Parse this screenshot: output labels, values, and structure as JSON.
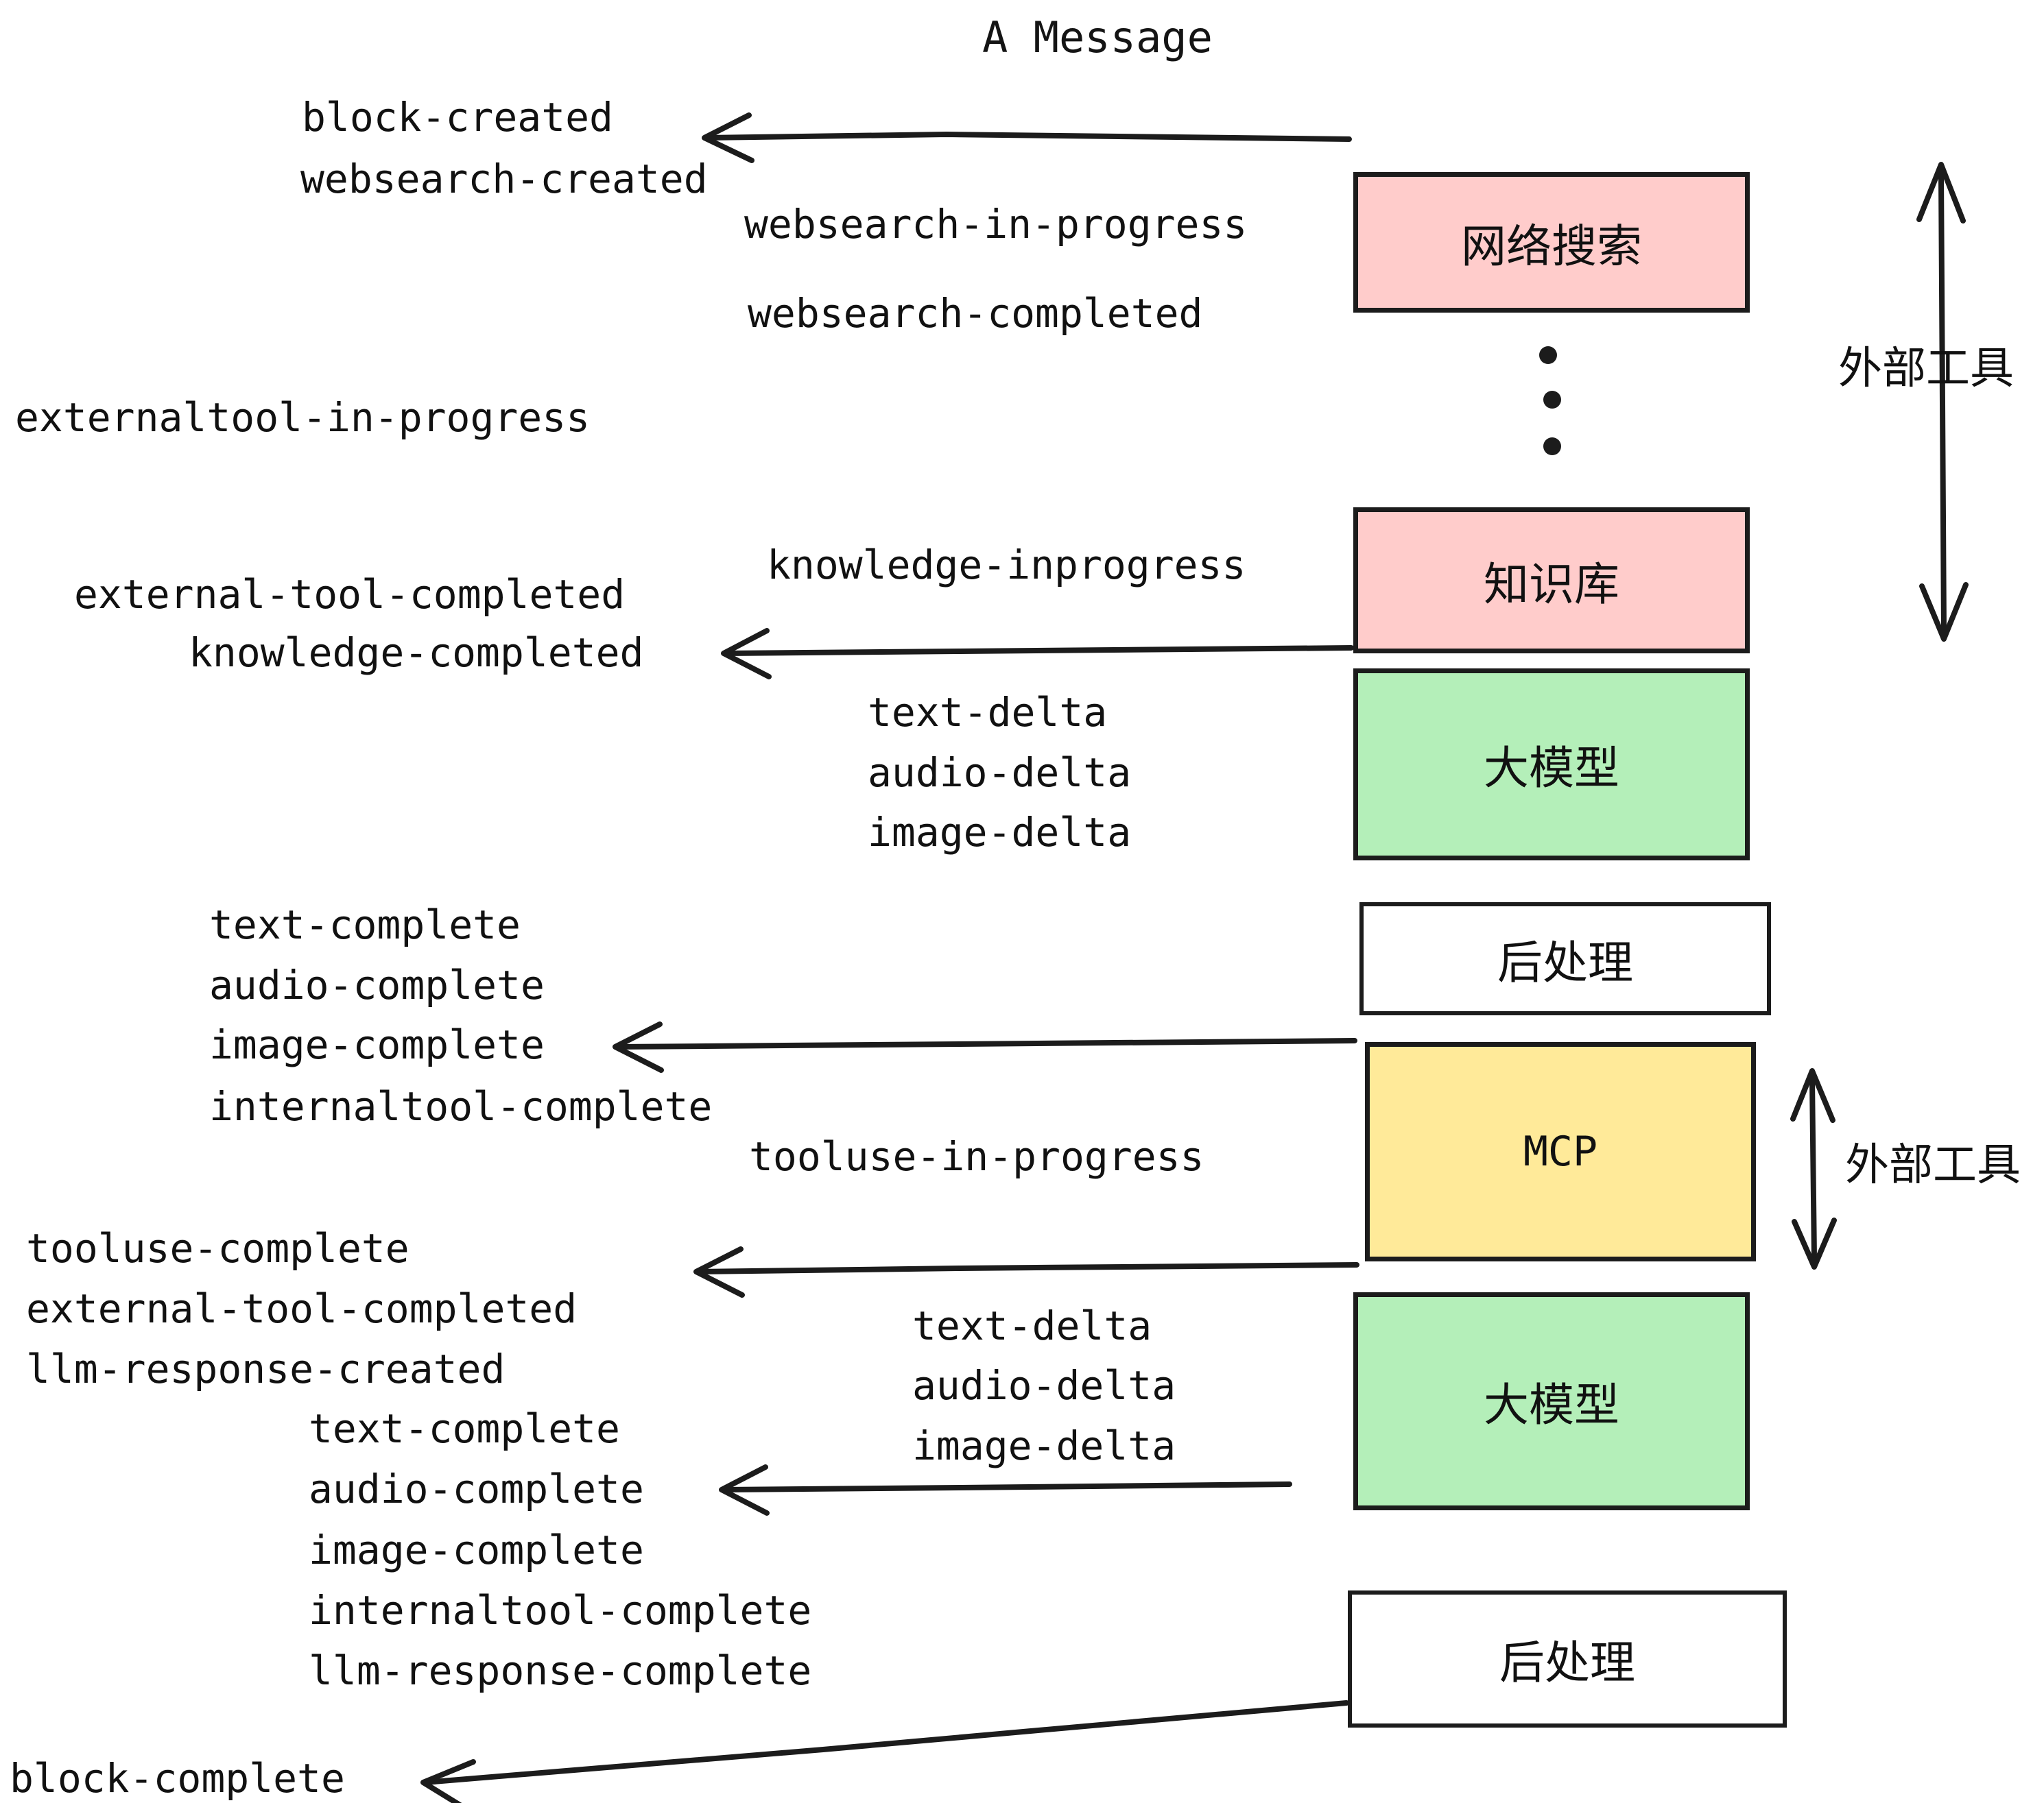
{
  "title": "A Message",
  "colors": {
    "pink": "#FFCCCB",
    "green": "#B4EFB9",
    "yellow": "#FFEA99",
    "white": "#FFFFFF",
    "stroke": "#1C1C1C",
    "text": "#111111"
  },
  "boxes": [
    {
      "key": "websearch",
      "label": "网络搜索",
      "fill": "#FFCCCB"
    },
    {
      "key": "knowledge",
      "label": "知识库",
      "fill": "#FFCCCB"
    },
    {
      "key": "llm_1",
      "label": "大模型",
      "fill": "#B4EFB9"
    },
    {
      "key": "postprocess_1",
      "label": "后处理",
      "fill": "#FFFFFF"
    },
    {
      "key": "mcp",
      "label": "MCP",
      "fill": "#FFEA99"
    },
    {
      "key": "llm_2",
      "label": "大模型",
      "fill": "#B4EFB9"
    },
    {
      "key": "postprocess_2",
      "label": "后处理",
      "fill": "#FFFFFF"
    }
  ],
  "side_labels": [
    {
      "key": "external_tools_top",
      "label": "外部工具"
    },
    {
      "key": "external_tools_bottom",
      "label": "外部工具"
    }
  ],
  "events": {
    "block_created": "block-created",
    "websearch_created": "websearch-created",
    "websearch_in_progress": "websearch-in-progress",
    "websearch_completed": "websearch-completed",
    "externaltool_in_progress": "externaltool-in-progress",
    "knowledge_inprogress": "knowledge-inprogress",
    "external_tool_completed_1": "external-tool-completed",
    "knowledge_completed": "knowledge-completed",
    "text_delta_1": "text-delta",
    "audio_delta_1": "audio-delta",
    "image_delta_1": "image-delta",
    "text_complete_1": "text-complete",
    "audio_complete_1": "audio-complete",
    "image_complete_1": "image-complete",
    "internaltool_complete_1": "internaltool-complete",
    "tooluse_in_progress": "tooluse-in-progress",
    "tooluse_complete": "tooluse-complete",
    "external_tool_completed_2": "external-tool-completed",
    "llm_response_created": "llm-response-created",
    "text_delta_2": "text-delta",
    "audio_delta_2": "audio-delta",
    "image_delta_2": "image-delta",
    "text_complete_2": "text-complete",
    "audio_complete_2": "audio-complete",
    "image_complete_2": "image-complete",
    "internaltool_complete_2": "internaltool-complete",
    "llm_response_complete": "llm-response-complete",
    "block_complete": "block-complete"
  }
}
